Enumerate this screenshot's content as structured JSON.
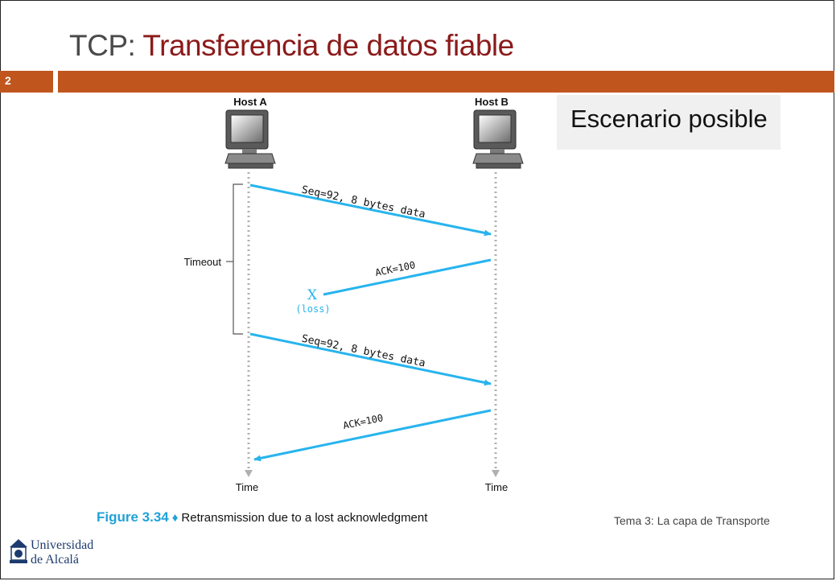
{
  "slide": {
    "title_prefix": "TCP: ",
    "title_accent": "Transferencia de datos fiable",
    "number": "2",
    "scenario_label": "Escenario posible",
    "footer": "Tema 3: La capa de Transporte"
  },
  "diagram": {
    "host_a": "Host A",
    "host_b": "Host B",
    "timeout_label": "Timeout",
    "time_a": "Time",
    "time_b": "Time",
    "messages": [
      {
        "label": "Seq=92, 8 bytes data",
        "direction": "A-to-B"
      },
      {
        "label": "ACK=100",
        "direction": "B-to-A",
        "lost": true
      },
      {
        "label": "Seq=92, 8 bytes data",
        "direction": "A-to-B"
      },
      {
        "label": "ACK=100",
        "direction": "B-to-A"
      }
    ],
    "loss_mark": "X",
    "loss_label": "(loss)",
    "arrow_color": "#27b4ee"
  },
  "caption": {
    "figure": "Figure 3.34",
    "diamond": "♦",
    "text": "Retransmission due to a lost acknowledgment"
  },
  "logo": {
    "line1": "Universidad",
    "line2": "de Alcalá"
  }
}
